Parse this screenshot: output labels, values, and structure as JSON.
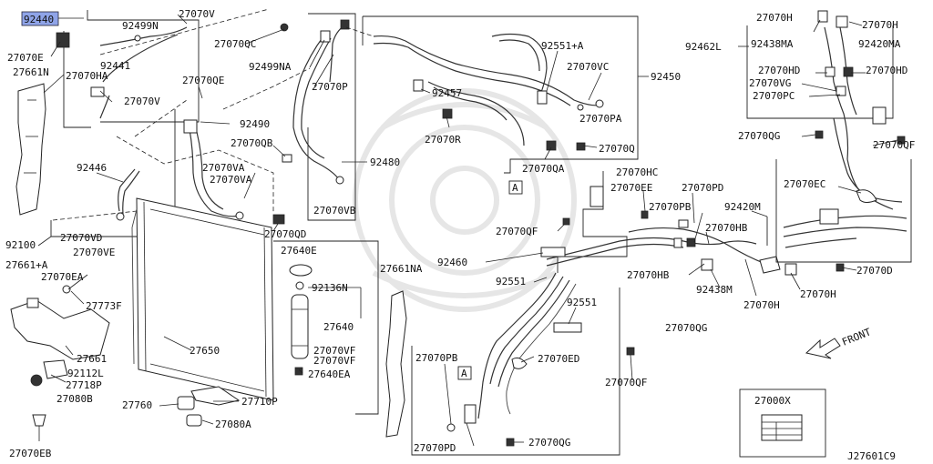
{
  "diagram_id": "J27601C9",
  "front_label": "FRONT",
  "legend_label": "27000X",
  "marker_A": "A",
  "highlight_color": "#8fa4e8",
  "labels": {
    "l92440": "92440",
    "l27070V_t": "27070V",
    "l92499N": "92499N",
    "l27070QC": "27070QC",
    "l27070E": "27070E",
    "l92441": "92441",
    "l27661N": "27661N",
    "l27070HA": "27070HA",
    "l27070V_b": "27070V",
    "l27070QE": "27070QE",
    "l92499NA": "92499NA",
    "l27070P": "27070P",
    "l92490": "92490",
    "l27070QB": "27070QB",
    "l92446": "92446",
    "l27070VA1": "27070VA",
    "l27070VA2": "27070VA",
    "l92480": "92480",
    "l27070VB": "27070VB",
    "l92100": "92100",
    "l27070VD": "27070VD",
    "l27070VE": "27070VE",
    "l27070QD": "27070QD",
    "l27661A": "27661+A",
    "l27070EA": "27070EA",
    "l27640E": "27640E",
    "l27661NA": "27661NA",
    "l27773F": "27773F",
    "l92136N": "92136N",
    "l27640": "27640",
    "l27650": "27650",
    "l27661": "27661",
    "l27070VF1": "27070VF",
    "l27070VF2": "27070VF",
    "l92112L": "92112L",
    "l27718P": "27718P",
    "l27640EA": "27640EA",
    "l27080B": "27080B",
    "l27760": "27760",
    "l27710P": "27710P",
    "l27080A": "27080A",
    "l27070EB": "27070EB",
    "l92551A": "92551+A",
    "l27070VC": "27070VC",
    "l92450": "92450",
    "l92457": "92457",
    "l27070PA": "27070PA",
    "l27070R": "27070R",
    "l27070Q": "27070Q",
    "l27070QA": "27070QA",
    "l27070HC": "27070HC",
    "l27070EE": "27070EE",
    "l27070PD_t": "27070PD",
    "l27070PB_t": "27070PB",
    "l92420M": "92420M",
    "l27070QF_t": "27070QF",
    "l27070HB1": "27070HB",
    "l92460": "92460",
    "l92551_a": "92551",
    "l27070HB2": "27070HB",
    "l92438M": "92438M",
    "l92551_b": "92551",
    "l27070H_m": "27070H",
    "l27070QG_m": "27070QG",
    "l27070PB_b": "27070PB",
    "l27070ED": "27070ED",
    "l27070QF_b": "27070QF",
    "l27070PD_b": "27070PD",
    "l27070QG_b": "27070QG",
    "l27070H_r1": "27070H",
    "l27070H_r2": "27070H",
    "l92462L": "92462L",
    "l92438MA": "92438MA",
    "l92420MA": "92420MA",
    "l27070HD1": "27070HD",
    "l27070HD2": "27070HD",
    "l27070VG": "27070VG",
    "l27070PC": "27070PC",
    "l27070QG_r": "27070QG",
    "l27070QF_r": "27070QF",
    "l27070EC": "27070EC",
    "l27070D": "27070D",
    "l27070H_r3": "27070H"
  }
}
